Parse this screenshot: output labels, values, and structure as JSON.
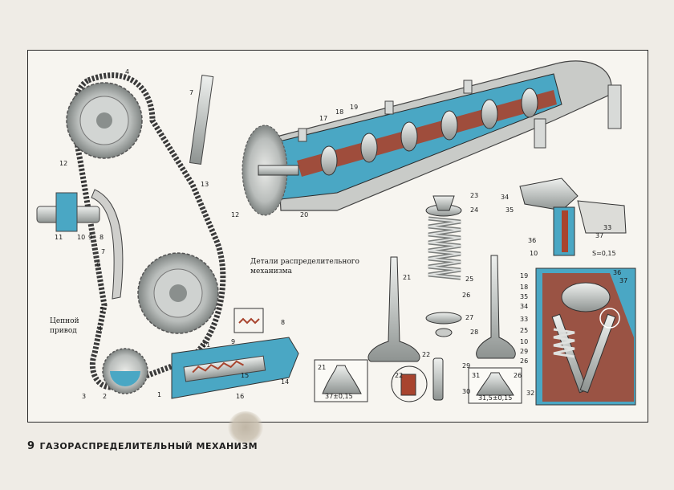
{
  "footer": {
    "page_number": "9",
    "section_title": "ГАЗОРАСПРЕДЕЛИТЕЛЬНЫЙ МЕХАНИЗМ"
  },
  "captions": {
    "chain_drive": [
      "Цепной",
      "привод"
    ],
    "parts": [
      "Детали распределительного",
      "механизма"
    ]
  },
  "dimensions": {
    "valve_inlet": "37±0,15",
    "valve_exhaust": "31,5±0,15",
    "clearance": "S=0,15"
  },
  "labels": {
    "chain": [
      "4",
      "12",
      "7",
      "13",
      "11",
      "10",
      "9",
      "8",
      "7",
      "6",
      "5",
      "4",
      "3",
      "2",
      "1",
      "11",
      "9",
      "8",
      "15",
      "14",
      "16"
    ],
    "camshaft": [
      "17",
      "18",
      "19",
      "12",
      "20"
    ],
    "valve": [
      "23",
      "24",
      "21",
      "25",
      "26",
      "27",
      "28",
      "22",
      "29",
      "30",
      "21",
      "22",
      "31",
      "26",
      "32"
    ],
    "rocker": [
      "34",
      "35",
      "33",
      "37",
      "36",
      "10",
      "19",
      "18",
      "35",
      "34",
      "33",
      "25",
      "10",
      "29",
      "26",
      "36",
      "37"
    ]
  },
  "colors": {
    "steel": "#c9cbc8",
    "cut": "#4aa7c4",
    "red": "#a8442e",
    "outline": "#2a2a2a",
    "paper": "#f7f5f0"
  }
}
